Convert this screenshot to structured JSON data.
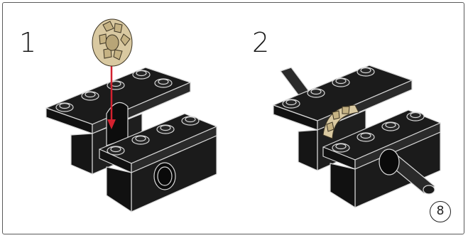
{
  "steps": [
    {
      "number": "1"
    },
    {
      "number": "2"
    }
  ],
  "quantity_badge": "8",
  "colors": {
    "brick": "#1b1b1b",
    "brick_outline": "#d8d8d8",
    "gear": "#d9c9a1",
    "gear_outline": "#3b3322",
    "arrow": "#d3212f",
    "axle": "#2a2a2a"
  }
}
